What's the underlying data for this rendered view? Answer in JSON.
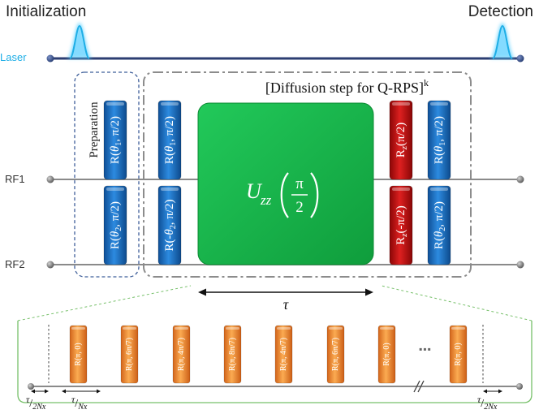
{
  "header": {
    "initialization": "Initialization",
    "detection": "Detection"
  },
  "channels": {
    "laser": "Laser",
    "rf1": "RF1",
    "rf2": "RF2"
  },
  "preparation_label": "Preparation",
  "diffusion_label": "[Diffusion step for Q-RPS]",
  "diffusion_exponent": "k",
  "pulses": {
    "prep_rf1": [
      "R(",
      "θ",
      "1",
      ", π/2)"
    ],
    "prep_rf2": [
      "R(",
      "θ",
      "2",
      ", π/2)"
    ],
    "diff_rf1_left": [
      "R(",
      "θ",
      "1",
      ", π/2)"
    ],
    "diff_rf2_left": [
      "R(-",
      "θ",
      "2",
      ", π/2)"
    ],
    "diff_rf1_red": [
      "R",
      "z",
      "",
      "(π/2)"
    ],
    "diff_rf2_red": [
      "R",
      "z",
      "",
      "(-π/2)"
    ],
    "diff_rf1_right": [
      "R(",
      "θ",
      "1",
      ", π/2)"
    ],
    "diff_rf2_right": [
      "R(",
      "θ",
      "2",
      ", π/2)"
    ]
  },
  "uzz": {
    "symbol": "U",
    "subscript": "zz",
    "argument": "π",
    "denominator": "2"
  },
  "tau_label": "τ",
  "decoupling": {
    "pulses": [
      "R(π, 0)",
      "R(π, 6π/7)",
      "R(π, 4π/7)",
      "R(π, 8π/7)",
      "R(π, 4π/7)",
      "R(π, 6π/7)",
      "R(π, 0)",
      "R(π, 0)"
    ],
    "ellipsis": "▪▪▪",
    "edge_gap_label": [
      "τ",
      "/",
      "2Nx"
    ],
    "pulse_gap_label": [
      "τ",
      "/",
      "Nx"
    ]
  },
  "colors": {
    "laser": "#1eaee6",
    "line": "#3a4a6c",
    "blue_pulse": "#1d6fc4",
    "red_pulse": "#c41010",
    "green_block": "#15b84a",
    "orange_pulse": "#f08a2a",
    "prep_box": "#3f5f9a",
    "diffusion_box": "#8c8c8c",
    "zoom_box": "#77c06a"
  }
}
